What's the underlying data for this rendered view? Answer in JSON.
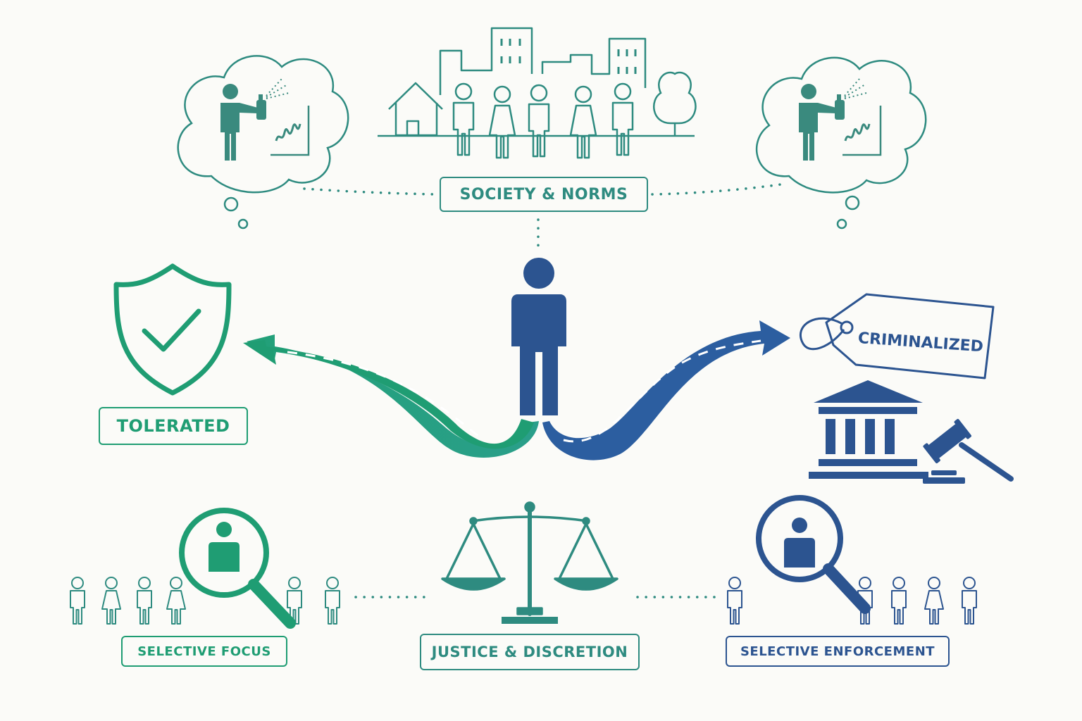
{
  "labels": {
    "society_norms": "SOCIETY & NORMS",
    "tolerated": "TOLERATED",
    "criminalized": "CRIMINALIZED",
    "selective_focus": "SELECTIVE FOCUS",
    "justice_discretion": "JUSTICE & DISCRETION",
    "selective_enforcement": "SELECTIVE ENFORCEMENT"
  },
  "colors": {
    "teal": "#2e8b80",
    "green": "#1f9d73",
    "blue": "#2c5490",
    "background": "#fbfbf8"
  },
  "icons": [
    "thought-cloud-icon",
    "graffiti-person-icon",
    "city-skyline-icon",
    "house-icon",
    "tree-icon",
    "crowd-icon",
    "person-icon",
    "shield-check-icon",
    "arrow-road-icon",
    "price-tag-icon",
    "courthouse-icon",
    "gavel-icon",
    "magnifier-icon",
    "scales-of-justice-icon"
  ]
}
